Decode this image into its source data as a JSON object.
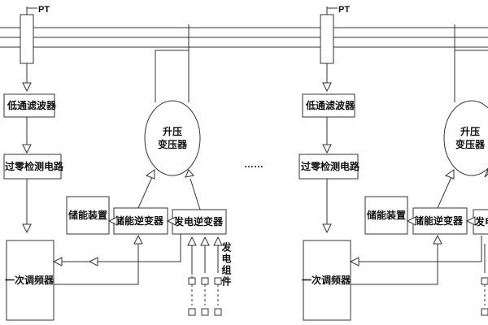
{
  "labels": {
    "pt": "PT",
    "low_pass_filter": "低通滤波器",
    "zero_cross_detection": "过零检测电路",
    "primary_frequency_regulator": "一次调频器",
    "energy_storage_device": "储能装置",
    "storage_inverter": "储能逆变器",
    "generation_inverter": "发电逆变器",
    "generation_inverter_partial": "发电",
    "step_up_transformer_line1": "升压",
    "step_up_transformer_line2": "变压器",
    "generation_components_vertical": "发电组件",
    "ellipsis": "……"
  }
}
